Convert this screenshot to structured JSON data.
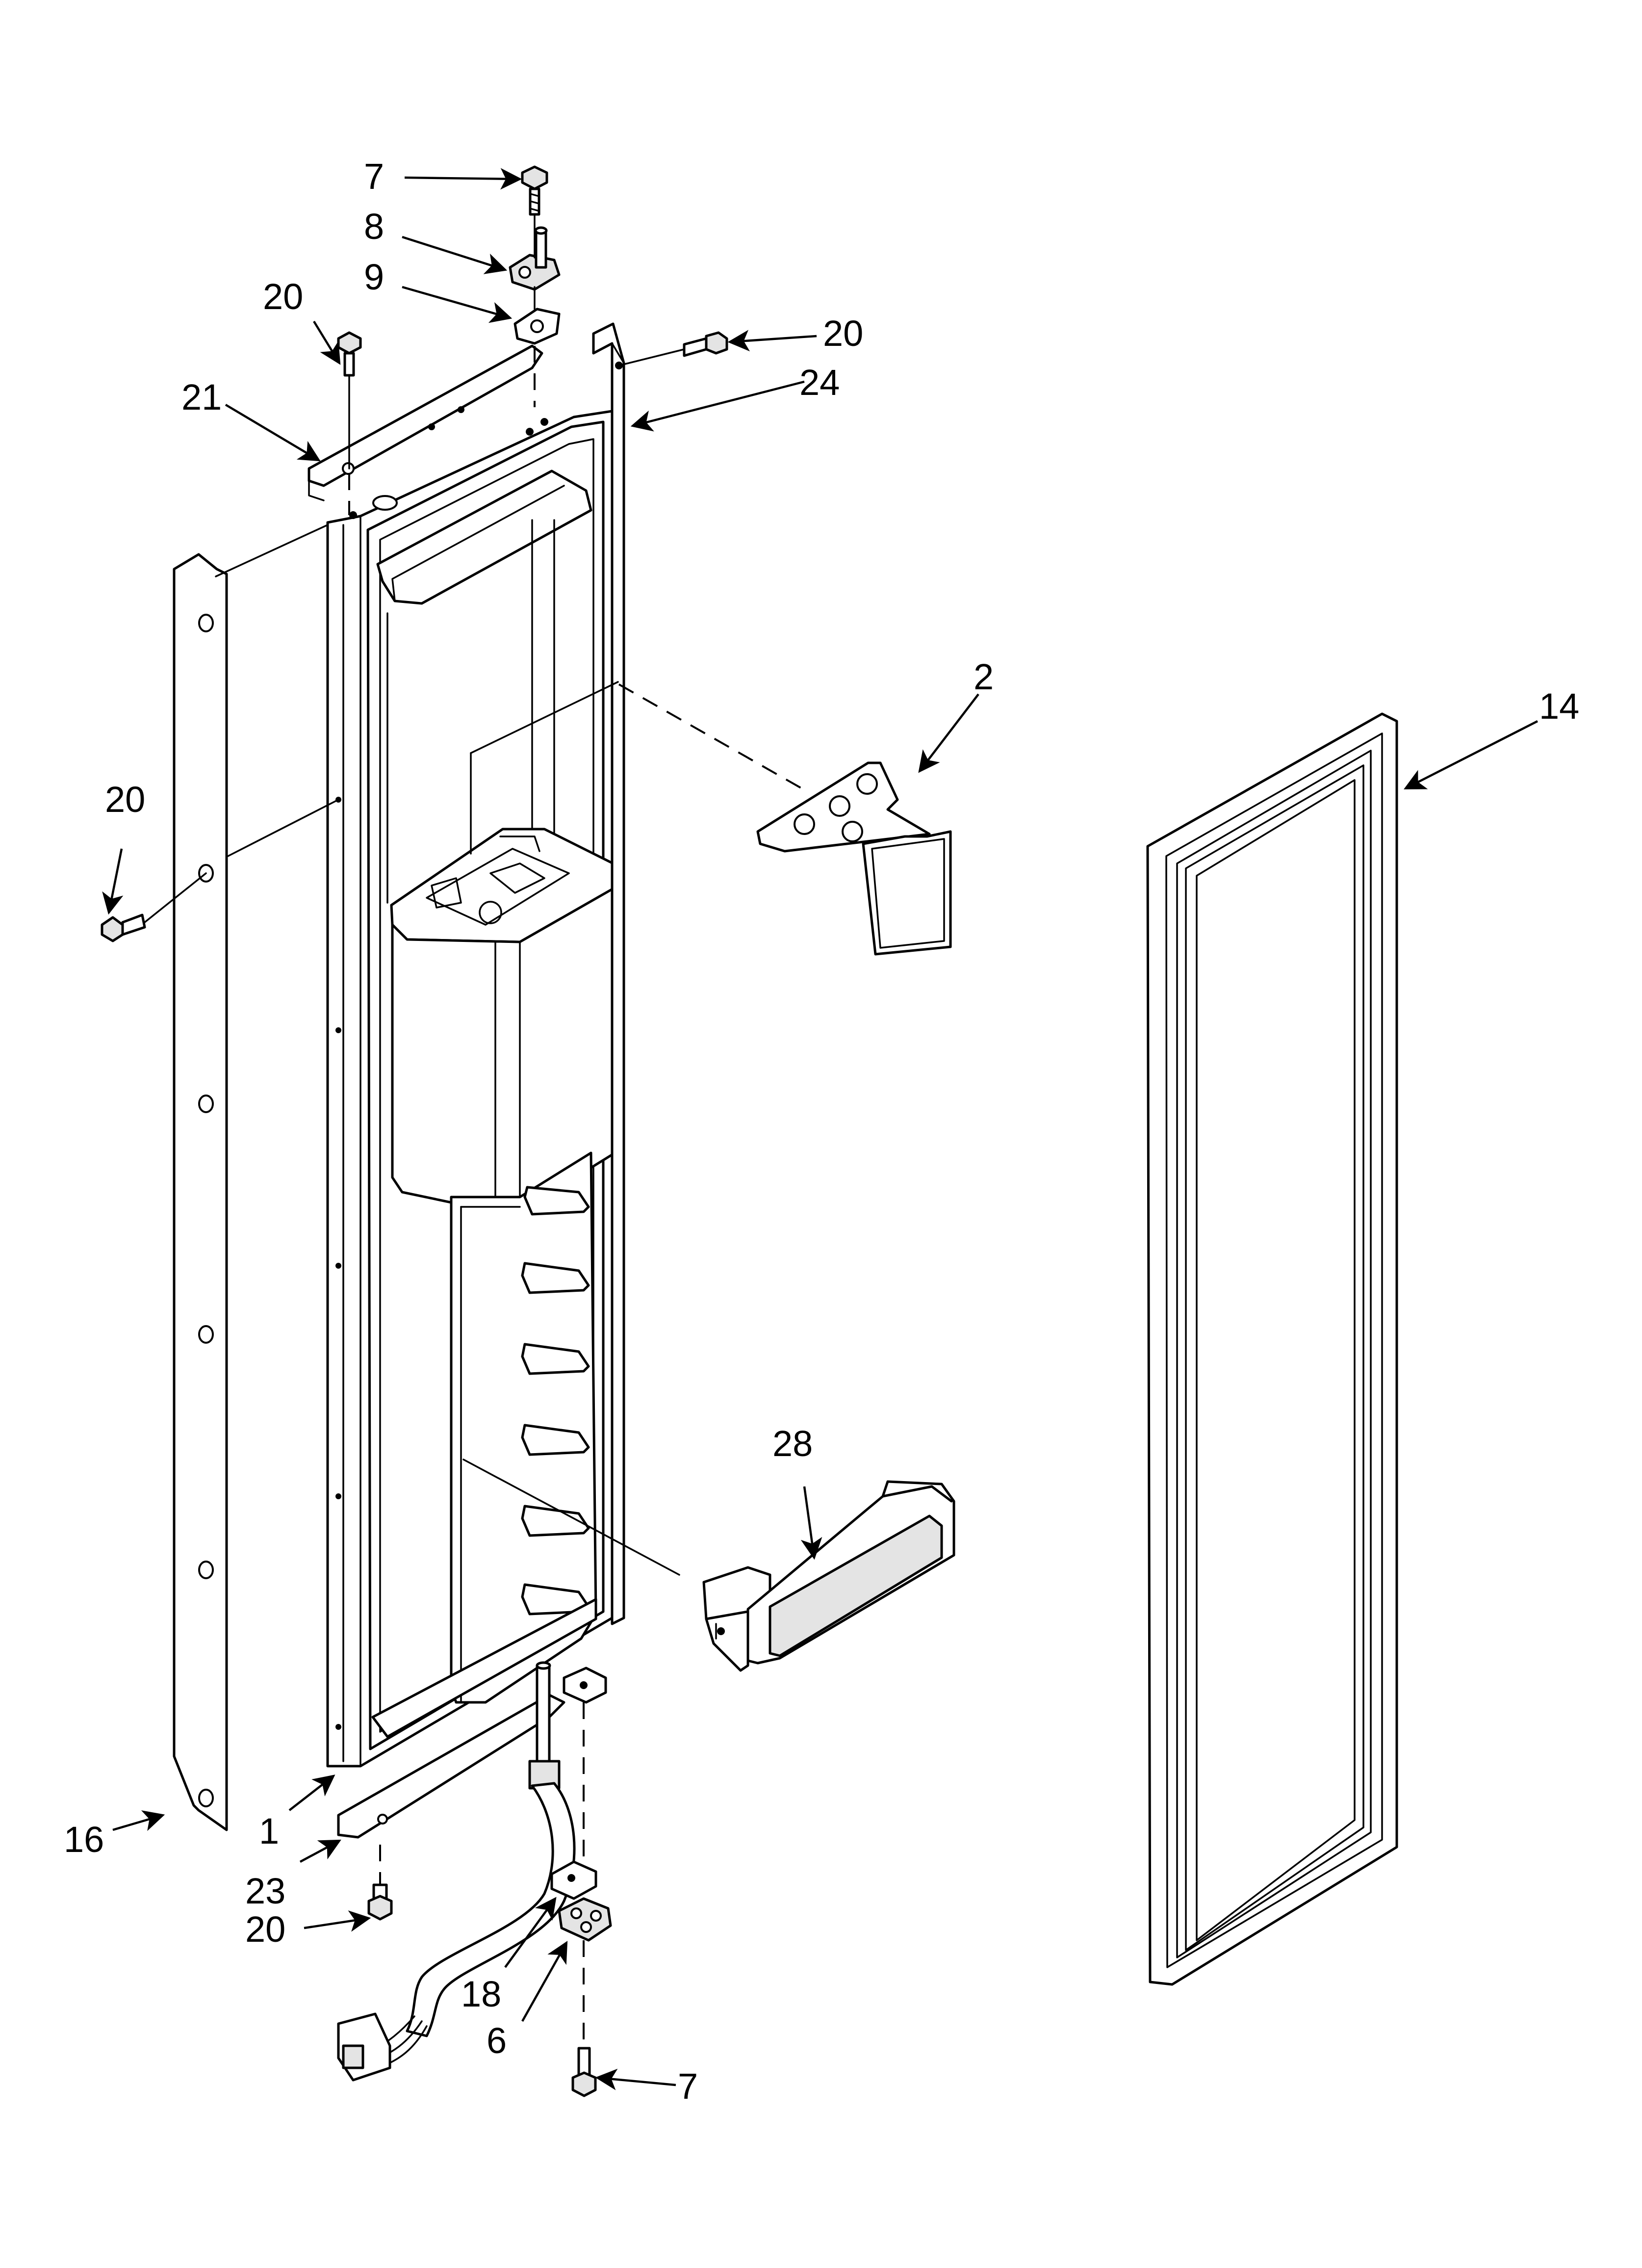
{
  "diagram": {
    "callouts": [
      {
        "id": "c7-top",
        "label": "7"
      },
      {
        "id": "c8",
        "label": "8"
      },
      {
        "id": "c9",
        "label": "9"
      },
      {
        "id": "c20-top-left",
        "label": "20"
      },
      {
        "id": "c20-top-right",
        "label": "20"
      },
      {
        "id": "c21",
        "label": "21"
      },
      {
        "id": "c24",
        "label": "24"
      },
      {
        "id": "c2",
        "label": "2"
      },
      {
        "id": "c14",
        "label": "14"
      },
      {
        "id": "c20-left",
        "label": "20"
      },
      {
        "id": "c28",
        "label": "28"
      },
      {
        "id": "c16",
        "label": "16"
      },
      {
        "id": "c1",
        "label": "1"
      },
      {
        "id": "c23",
        "label": "23"
      },
      {
        "id": "c20-bottom",
        "label": "20"
      },
      {
        "id": "c18",
        "label": "18"
      },
      {
        "id": "c6",
        "label": "6"
      },
      {
        "id": "c7-bottom",
        "label": "7"
      }
    ]
  },
  "colors": {
    "line": "#000000",
    "background": "#ffffff",
    "fill_shade": "#e4e4e4"
  }
}
